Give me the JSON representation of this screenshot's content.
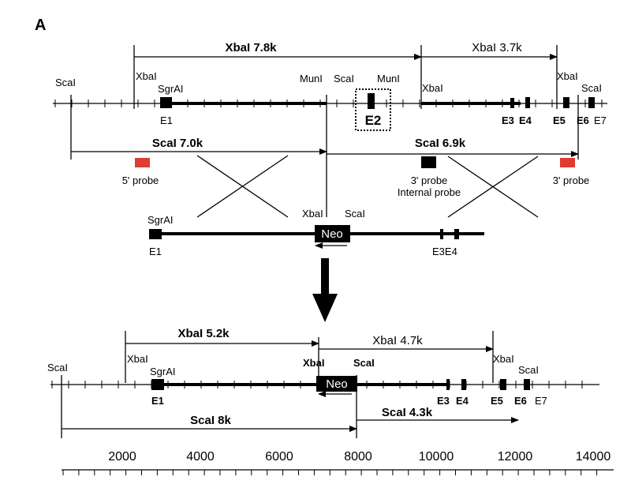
{
  "panel_label": "A",
  "wt": {
    "xbai_a": "XbaI 7.8k",
    "xbai_b": "XbaI 3.7k",
    "scai_a": "ScaI 7.0k",
    "scai_b": "ScaI 6.9k",
    "sites": [
      "ScaI",
      "XbaI",
      "SgrAI",
      "MunI",
      "ScaI",
      "MunI",
      "XbaI",
      "XbaI",
      "ScaI"
    ],
    "exons": [
      "E1",
      "E2",
      "E3",
      "E4",
      "E5",
      "E6",
      "E7"
    ],
    "probes": [
      "5' probe",
      "3' probe",
      "Internal probe",
      "3' probe"
    ]
  },
  "vector": {
    "sites": [
      "SgrAI",
      "XbaI",
      "ScaI"
    ],
    "neo": "Neo",
    "exons": [
      "E1",
      "E3E4"
    ]
  },
  "ko": {
    "xbai_a": "XbaI 5.2k",
    "xbai_b": "XbaI 4.7k",
    "scai_a": "ScaI 8k",
    "scai_b": "ScaI 4.3k",
    "sites": [
      "ScaI",
      "XbaI",
      "SgrAI",
      "XbaI",
      "ScaI",
      "XbaI",
      "ScaI"
    ],
    "neo": "Neo",
    "exons": [
      "E1",
      "E3",
      "E4",
      "E5",
      "E6",
      "E7"
    ]
  },
  "scale": {
    "ticks": [
      "2000",
      "4000",
      "6000",
      "8000",
      "10000",
      "12000",
      "14000"
    ]
  },
  "colors": {
    "probe_red": "#e03c31",
    "line": "#000000"
  }
}
